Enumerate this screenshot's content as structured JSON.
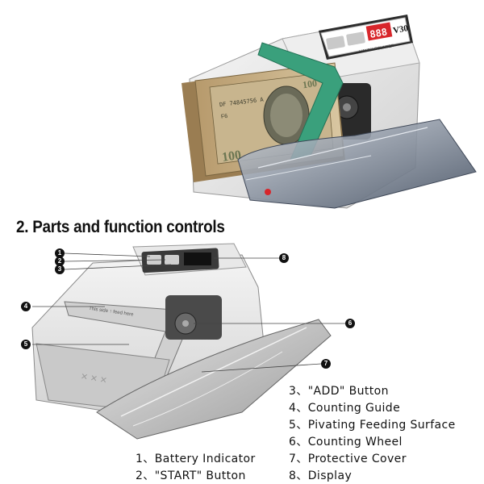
{
  "device_label": {
    "display_digits": "888",
    "model": "V30",
    "subtitle": "HANDY COUNTER"
  },
  "banknote": {
    "serial": "DF 74845756 A",
    "corner_value": "100",
    "letter": "F6"
  },
  "heading": "2. Parts and function controls",
  "callouts": [
    "1",
    "2",
    "3",
    "4",
    "5",
    "6",
    "7",
    "8"
  ],
  "guide_print": "This side ↑ feed here",
  "legend": [
    {
      "num": "3、",
      "label": "\"ADD\" Button"
    },
    {
      "num": "4、",
      "label": "Counting Guide"
    },
    {
      "num": "5、",
      "label": "Pivating Feeding Surface"
    },
    {
      "num": "6、",
      "label": "Counting Wheel"
    },
    {
      "num": "7、",
      "label": "Protective Cover"
    },
    {
      "num": "8、",
      "label": "Display"
    },
    {
      "num": "1、",
      "label": "Battery Indicator"
    },
    {
      "num": "2、",
      "label": "\"START\" Button"
    }
  ],
  "colors": {
    "guide_green": "#3aa07c",
    "display_red": "#d8262b",
    "money_green": "#8da27a",
    "cover_blue": "#6f7f93"
  }
}
